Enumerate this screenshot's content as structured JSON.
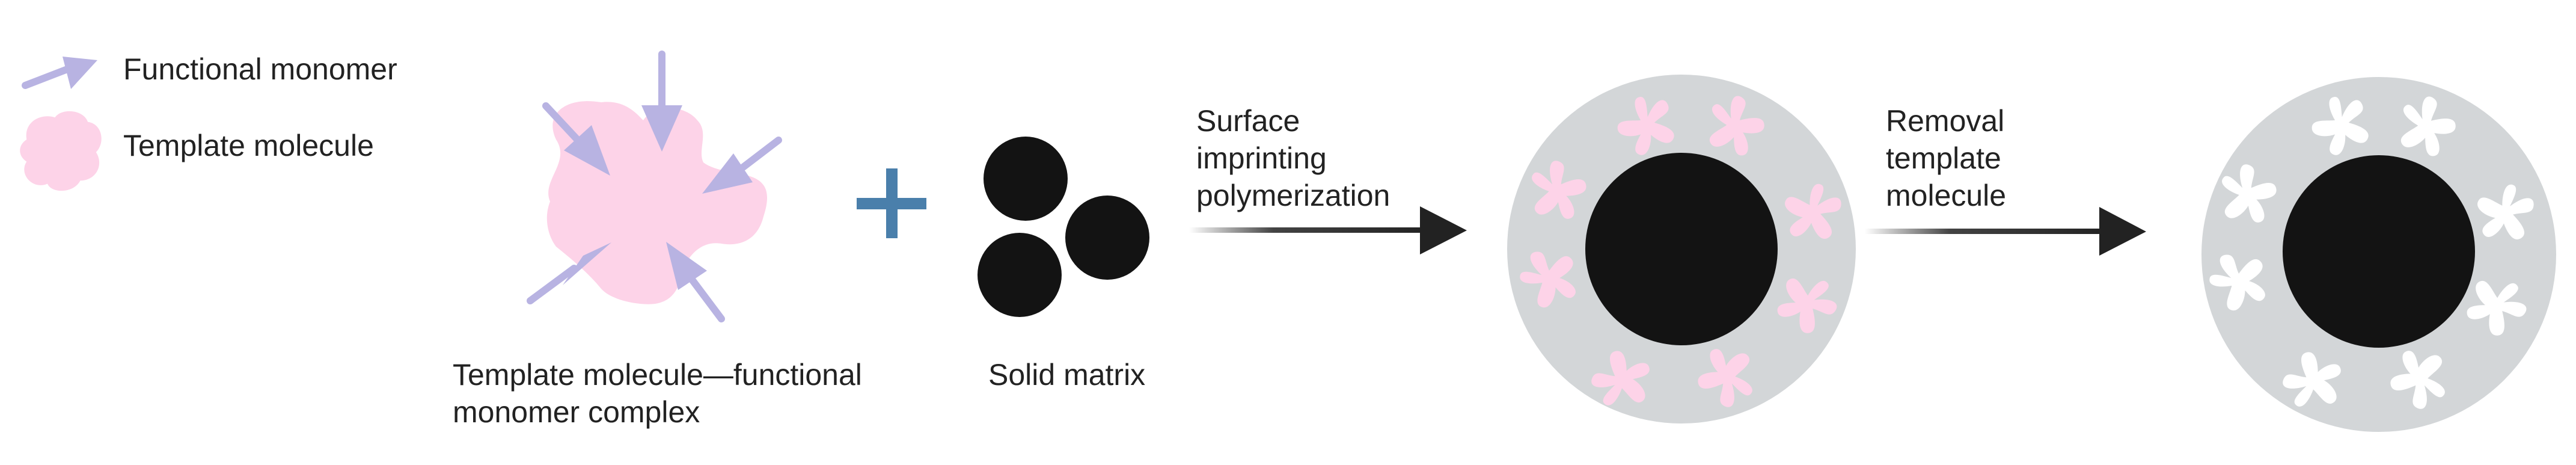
{
  "legend": {
    "monomer_label": "Functional monomer",
    "template_label": "Template molecule"
  },
  "labels": {
    "complex_line1": "Template molecule—functional",
    "complex_line2": "monomer complex",
    "matrix": "Solid matrix",
    "step1_line1": "Surface",
    "step1_line2": "imprinting",
    "step1_line3": "polymerization",
    "step2_line1": "Removal",
    "step2_line2": "template",
    "step2_line3": "molecule"
  },
  "colors": {
    "monomer_arrow": "#b8b3e2",
    "template": "#fdd3e8",
    "plus": "#4a7fab",
    "matrix": "#131313",
    "polymer_shell": "#d3d6d8",
    "arrow": "#222222",
    "cavity": "#ffffff"
  }
}
